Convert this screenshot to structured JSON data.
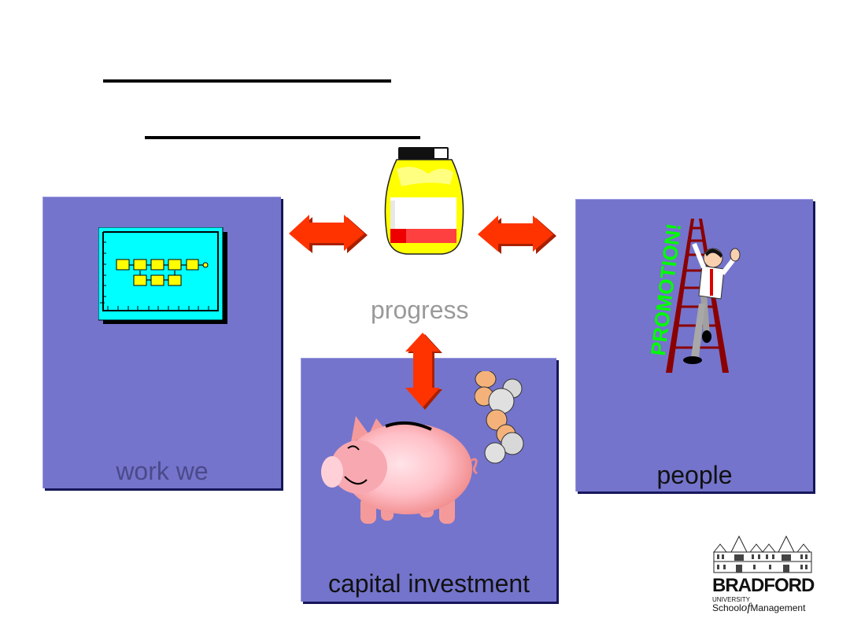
{
  "slide": {
    "title_lines": [
      "",
      ""
    ],
    "center_label": "progress",
    "panels": [
      {
        "id": "work",
        "label": "work we",
        "label_color": "#4a4a8a",
        "icon": "flowchart-icon"
      },
      {
        "id": "capital",
        "label": "capital investment",
        "label_color": "#111111",
        "icon": "piggy-bank-icon"
      },
      {
        "id": "people",
        "label": "people",
        "label_color": "#111111",
        "icon": "promotion-ladder-icon"
      }
    ],
    "central_icon": "jar-icon",
    "promotion_text": "PROMOTION!",
    "arrows": [
      "left-double-arrow",
      "right-double-arrow",
      "vertical-double-arrow"
    ],
    "colors": {
      "panel_bg": "#7474cc",
      "panel_shadow": "#16165a",
      "arrow": "#ff3300",
      "flowchart_bg": "#00ffff",
      "flowchart_box": "#ffff00",
      "promotion_text": "#00ff00",
      "ladder": "#8b0000"
    }
  },
  "logo": {
    "name": "BRADFORD",
    "line2": "UNIVERSITY",
    "line3_a": "School",
    "line3_b": "of",
    "line3_c": "Management"
  }
}
